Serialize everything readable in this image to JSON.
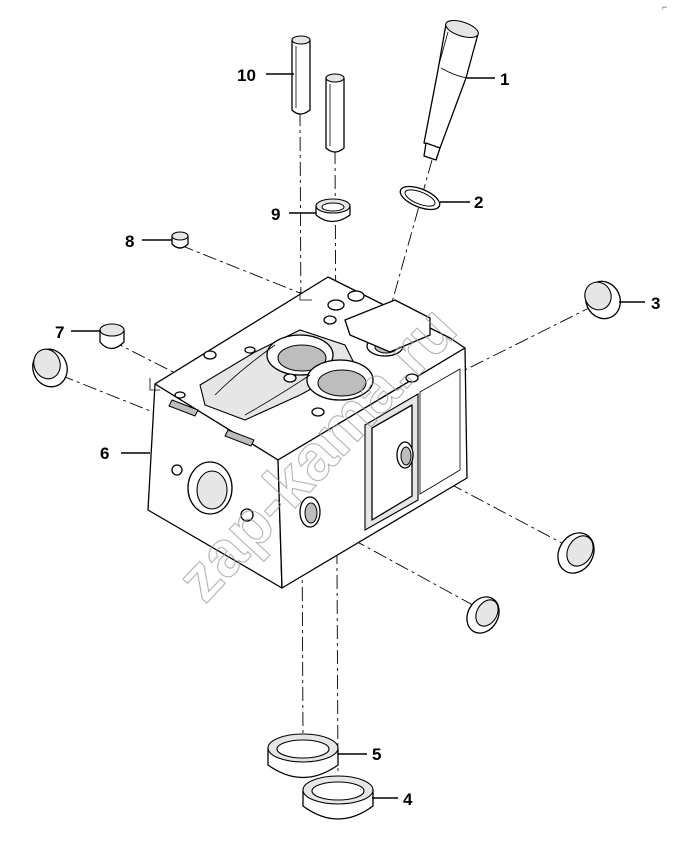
{
  "watermark": "zap-kama.ru",
  "corner_mark": "⌐",
  "callouts": [
    {
      "id": "1",
      "label": "1"
    },
    {
      "id": "2",
      "label": "2"
    },
    {
      "id": "3",
      "label": "3"
    },
    {
      "id": "4",
      "label": "4"
    },
    {
      "id": "5",
      "label": "5"
    },
    {
      "id": "6",
      "label": "6"
    },
    {
      "id": "7",
      "label": "7"
    },
    {
      "id": "8",
      "label": "8"
    },
    {
      "id": "9",
      "label": "9"
    },
    {
      "id": "10",
      "label": "10"
    }
  ]
}
